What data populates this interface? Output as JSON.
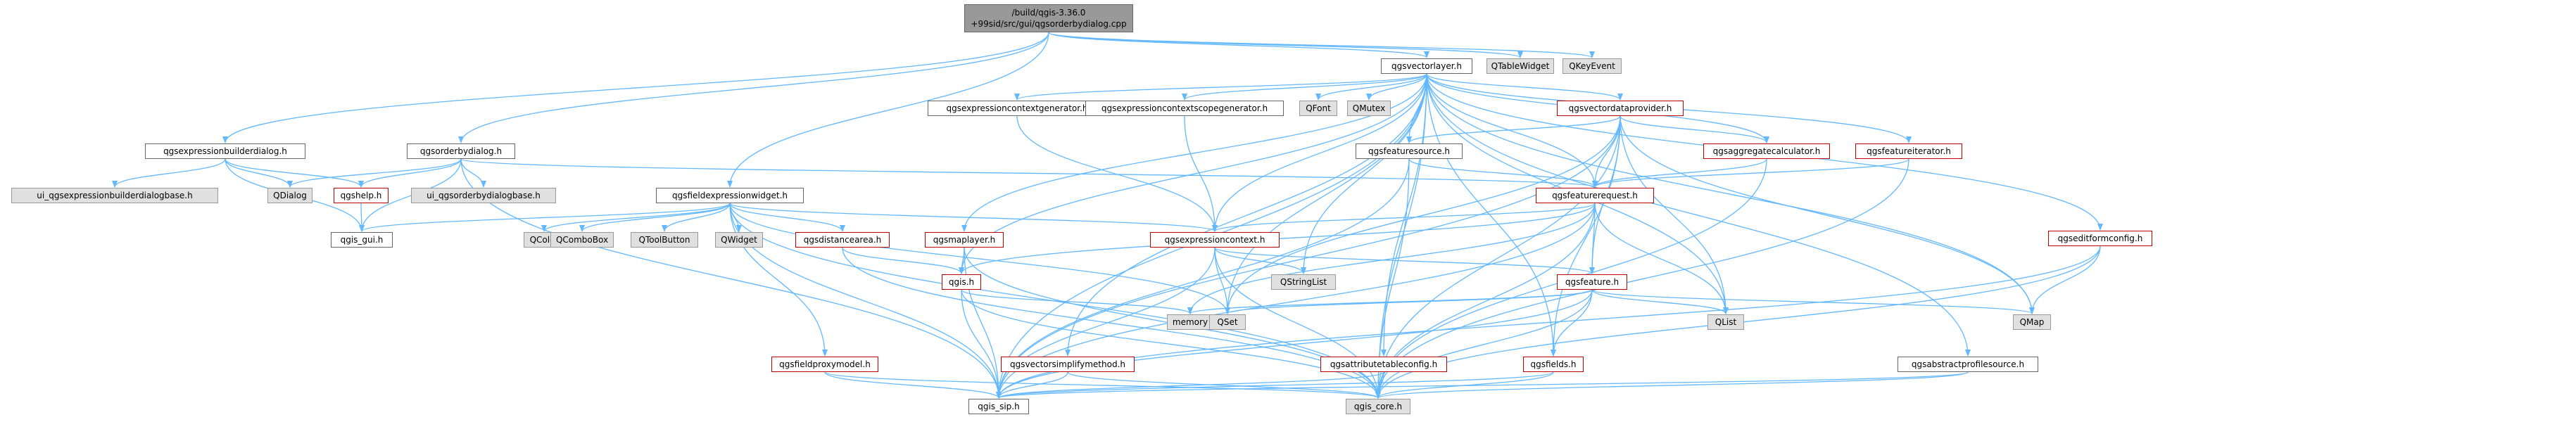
{
  "diagram": {
    "title": "",
    "root": {
      "id": "root",
      "lines": [
        "/build/qgis-3.36.0",
        "+99sid/src/gui/qgsorderbydialog.cpp"
      ]
    },
    "nodes": [
      {
        "id": "qgsvectorlayer",
        "label": "qgsvectorlayer.h",
        "style": "white"
      },
      {
        "id": "QTableWidget",
        "label": "QTableWidget",
        "style": "gray"
      },
      {
        "id": "QKeyEvent",
        "label": "QKeyEvent",
        "style": "gray"
      },
      {
        "id": "exprctxgen",
        "label": "qgsexpressioncontextgenerator.h",
        "style": "white"
      },
      {
        "id": "exprctxscopegen",
        "label": "qgsexpressioncontextscopegenerator.h",
        "style": "white"
      },
      {
        "id": "QFont",
        "label": "QFont",
        "style": "gray"
      },
      {
        "id": "QMutex",
        "label": "QMutex",
        "style": "gray"
      },
      {
        "id": "vectordataprovider",
        "label": "qgsvectordataprovider.h",
        "style": "red"
      },
      {
        "id": "featuresource",
        "label": "qgsfeaturesource.h",
        "style": "white"
      },
      {
        "id": "aggregatecalc",
        "label": "qgsaggregatecalculator.h",
        "style": "red"
      },
      {
        "id": "featureiterator",
        "label": "qgsfeatureiterator.h",
        "style": "red"
      },
      {
        "id": "exprbuilderdialog",
        "label": "qgsexpressionbuilderdialog.h",
        "style": "white"
      },
      {
        "id": "orderbydialog",
        "label": "qgsorderbydialog.h",
        "style": "white"
      },
      {
        "id": "ui_exprbuilder",
        "label": "ui_qgsexpressionbuilderdialogbase.h",
        "style": "gray"
      },
      {
        "id": "QDialog",
        "label": "QDialog",
        "style": "gray"
      },
      {
        "id": "qgshelp",
        "label": "qgshelp.h",
        "style": "red"
      },
      {
        "id": "ui_orderby",
        "label": "ui_qgsorderbydialogbase.h",
        "style": "gray"
      },
      {
        "id": "fieldexprwidget",
        "label": "qgsfieldexpressionwidget.h",
        "style": "white"
      },
      {
        "id": "featurerequest",
        "label": "qgsfeaturerequest.h",
        "style": "red"
      },
      {
        "id": "editformconfig",
        "label": "qgseditformconfig.h",
        "style": "red"
      },
      {
        "id": "qgis_gui",
        "label": "qgis_gui.h",
        "style": "white"
      },
      {
        "id": "QColor",
        "label": "QColor",
        "style": "gray"
      },
      {
        "id": "QComboBox",
        "label": "QComboBox",
        "style": "gray"
      },
      {
        "id": "QToolButton",
        "label": "QToolButton",
        "style": "gray"
      },
      {
        "id": "QWidget",
        "label": "QWidget",
        "style": "gray"
      },
      {
        "id": "distancearea",
        "label": "qgsdistancearea.h",
        "style": "red"
      },
      {
        "id": "maplayer",
        "label": "qgsmaplayer.h",
        "style": "red"
      },
      {
        "id": "exprcontext",
        "label": "qgsexpressioncontext.h",
        "style": "red"
      },
      {
        "id": "QStringList",
        "label": "QStringList",
        "style": "gray"
      },
      {
        "id": "qgis",
        "label": "qgis.h",
        "style": "red"
      },
      {
        "id": "qgsfeature",
        "label": "qgsfeature.h",
        "style": "red"
      },
      {
        "id": "memory",
        "label": "memory",
        "style": "gray"
      },
      {
        "id": "QSet",
        "label": "QSet",
        "style": "gray"
      },
      {
        "id": "QList",
        "label": "QList",
        "style": "gray"
      },
      {
        "id": "QMap",
        "label": "QMap",
        "style": "gray"
      },
      {
        "id": "fieldproxymodel",
        "label": "qgsfieldproxymodel.h",
        "style": "red"
      },
      {
        "id": "vectorsimplify",
        "label": "qgsvectorsimplifymethod.h",
        "style": "red"
      },
      {
        "id": "attributetableconfig",
        "label": "qgsattributetableconfig.h",
        "style": "red"
      },
      {
        "id": "qgsfields",
        "label": "qgsfields.h",
        "style": "red"
      },
      {
        "id": "abstractprofilesource",
        "label": "qgsabstractprofilesource.h",
        "style": "white"
      },
      {
        "id": "qgis_sip",
        "label": "qgis_sip.h",
        "style": "white"
      },
      {
        "id": "qgis_core",
        "label": "qgis_core.h",
        "style": "gray"
      }
    ],
    "edges": [
      [
        "root",
        "qgsvectorlayer"
      ],
      [
        "root",
        "QTableWidget"
      ],
      [
        "root",
        "QKeyEvent"
      ],
      [
        "root",
        "exprbuilderdialog"
      ],
      [
        "root",
        "orderbydialog"
      ],
      [
        "root",
        "fieldexprwidget"
      ],
      [
        "qgsvectorlayer",
        "exprctxgen"
      ],
      [
        "qgsvectorlayer",
        "exprctxscopegen"
      ],
      [
        "qgsvectorlayer",
        "QFont"
      ],
      [
        "qgsvectorlayer",
        "QMutex"
      ],
      [
        "qgsvectorlayer",
        "vectordataprovider"
      ],
      [
        "qgsvectorlayer",
        "featuresource"
      ],
      [
        "qgsvectorlayer",
        "aggregatecalc"
      ],
      [
        "qgsvectorlayer",
        "featureiterator"
      ],
      [
        "qgsvectorlayer",
        "editformconfig"
      ],
      [
        "qgsvectorlayer",
        "featurerequest"
      ],
      [
        "qgsvectorlayer",
        "maplayer"
      ],
      [
        "qgsvectorlayer",
        "exprcontext"
      ],
      [
        "qgsvectorlayer",
        "QStringList"
      ],
      [
        "qgsvectorlayer",
        "qgis"
      ],
      [
        "qgsvectorlayer",
        "QSet"
      ],
      [
        "qgsvectorlayer",
        "QList"
      ],
      [
        "qgsvectorlayer",
        "QMap"
      ],
      [
        "qgsvectorlayer",
        "vectorsimplify"
      ],
      [
        "qgsvectorlayer",
        "attributetableconfig"
      ],
      [
        "qgsvectorlayer",
        "qgsfields"
      ],
      [
        "qgsvectorlayer",
        "abstractprofilesource"
      ],
      [
        "qgsvectorlayer",
        "qgis_sip"
      ],
      [
        "qgsvectorlayer",
        "qgis_core"
      ],
      [
        "exprctxgen",
        "exprcontext"
      ],
      [
        "exprctxscopegen",
        "exprcontext"
      ],
      [
        "vectordataprovider",
        "featuresource"
      ],
      [
        "vectordataprovider",
        "aggregatecalc"
      ],
      [
        "vectordataprovider",
        "featurerequest"
      ],
      [
        "vectordataprovider",
        "qgsfeature"
      ],
      [
        "vectordataprovider",
        "QList"
      ],
      [
        "vectordataprovider",
        "QMap"
      ],
      [
        "vectordataprovider",
        "QSet"
      ],
      [
        "vectordataprovider",
        "qgsfields"
      ],
      [
        "vectordataprovider",
        "qgis_core"
      ],
      [
        "vectordataprovider",
        "qgis_sip"
      ],
      [
        "featuresource",
        "featurerequest"
      ],
      [
        "featuresource",
        "qgis_core"
      ],
      [
        "featuresource",
        "qgis_sip"
      ],
      [
        "aggregatecalc",
        "featurerequest"
      ],
      [
        "aggregatecalc",
        "qgis_core"
      ],
      [
        "featureiterator",
        "featurerequest"
      ],
      [
        "featureiterator",
        "qgis_core"
      ],
      [
        "exprbuilderdialog",
        "ui_exprbuilder"
      ],
      [
        "exprbuilderdialog",
        "QDialog"
      ],
      [
        "exprbuilderdialog",
        "qgshelp"
      ],
      [
        "exprbuilderdialog",
        "qgis_gui"
      ],
      [
        "orderbydialog",
        "QDialog"
      ],
      [
        "orderbydialog",
        "qgshelp"
      ],
      [
        "orderbydialog",
        "ui_orderby"
      ],
      [
        "orderbydialog",
        "qgis_gui"
      ],
      [
        "orderbydialog",
        "featurerequest"
      ],
      [
        "orderbydialog",
        "qgis_sip"
      ],
      [
        "qgshelp",
        "qgis_gui"
      ],
      [
        "fieldexprwidget",
        "qgis_gui"
      ],
      [
        "fieldexprwidget",
        "QColor"
      ],
      [
        "fieldexprwidget",
        "QComboBox"
      ],
      [
        "fieldexprwidget",
        "QToolButton"
      ],
      [
        "fieldexprwidget",
        "QWidget"
      ],
      [
        "fieldexprwidget",
        "distancearea"
      ],
      [
        "fieldexprwidget",
        "exprcontext"
      ],
      [
        "fieldexprwidget",
        "fieldproxymodel"
      ],
      [
        "fieldexprwidget",
        "qgis_sip"
      ],
      [
        "fieldexprwidget",
        "QSet"
      ],
      [
        "fieldexprwidget",
        "qgis_core"
      ],
      [
        "featurerequest",
        "exprcontext"
      ],
      [
        "featurerequest",
        "qgsfeature"
      ],
      [
        "featurerequest",
        "qgis"
      ],
      [
        "featurerequest",
        "QList"
      ],
      [
        "featurerequest",
        "memory"
      ],
      [
        "featurerequest",
        "qgis_core"
      ],
      [
        "featurerequest",
        "qgis_sip"
      ],
      [
        "editformconfig",
        "QMap"
      ],
      [
        "editformconfig",
        "qgis_core"
      ],
      [
        "editformconfig",
        "qgis_sip"
      ],
      [
        "distancearea",
        "qgis"
      ],
      [
        "distancearea",
        "qgis_core"
      ],
      [
        "maplayer",
        "qgis"
      ],
      [
        "maplayer",
        "qgis_core"
      ],
      [
        "maplayer",
        "qgis_sip"
      ],
      [
        "exprcontext",
        "QStringList"
      ],
      [
        "exprcontext",
        "QSet"
      ],
      [
        "exprcontext",
        "qgsfeature"
      ],
      [
        "exprcontext",
        "qgis_core"
      ],
      [
        "exprcontext",
        "qgis_sip"
      ],
      [
        "qgis",
        "memory"
      ],
      [
        "qgis",
        "qgis_core"
      ],
      [
        "qgis",
        "qgis_sip"
      ],
      [
        "qgsfeature",
        "QList"
      ],
      [
        "qgsfeature",
        "QMap"
      ],
      [
        "qgsfeature",
        "QSet"
      ],
      [
        "qgsfeature",
        "memory"
      ],
      [
        "qgsfeature",
        "qgsfields"
      ],
      [
        "qgsfeature",
        "qgis_core"
      ],
      [
        "qgsfeature",
        "qgis_sip"
      ],
      [
        "fieldproxymodel",
        "qgis_sip"
      ],
      [
        "fieldproxymodel",
        "qgis_core"
      ],
      [
        "vectorsimplify",
        "qgis_core"
      ],
      [
        "vectorsimplify",
        "qgis_sip"
      ],
      [
        "attributetableconfig",
        "qgis_core"
      ],
      [
        "attributetableconfig",
        "qgis_sip"
      ],
      [
        "qgsfields",
        "qgis_core"
      ],
      [
        "qgsfields",
        "qgis_sip"
      ],
      [
        "abstractprofilesource",
        "qgis_core"
      ],
      [
        "abstractprofilesource",
        "qgis_sip"
      ]
    ],
    "colors": {
      "edge": "#63b8ff",
      "red_border": "#bf0000",
      "gray_fill": "#e0e0e0",
      "root_fill": "#999999"
    }
  }
}
